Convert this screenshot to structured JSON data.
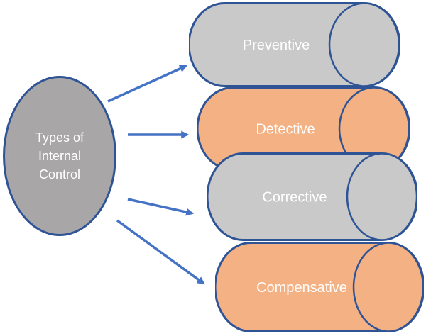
{
  "diagram": {
    "background": "#ffffff",
    "colors": {
      "border": "#2f5496",
      "arrow": "#4472c4",
      "text": "#ffffff"
    },
    "center_node": {
      "label": "Types of Internal Control",
      "lines": [
        "Types of",
        "Internal",
        "Control"
      ],
      "fill": "#a8a6a6"
    },
    "nodes": [
      {
        "label": "Preventive",
        "fill": "#c9c9c9"
      },
      {
        "label": "Detective",
        "fill": "#f4b183"
      },
      {
        "label": "Corrective",
        "fill": "#c9c9c9"
      },
      {
        "label": "Compensative",
        "fill": "#f4b183"
      }
    ]
  }
}
